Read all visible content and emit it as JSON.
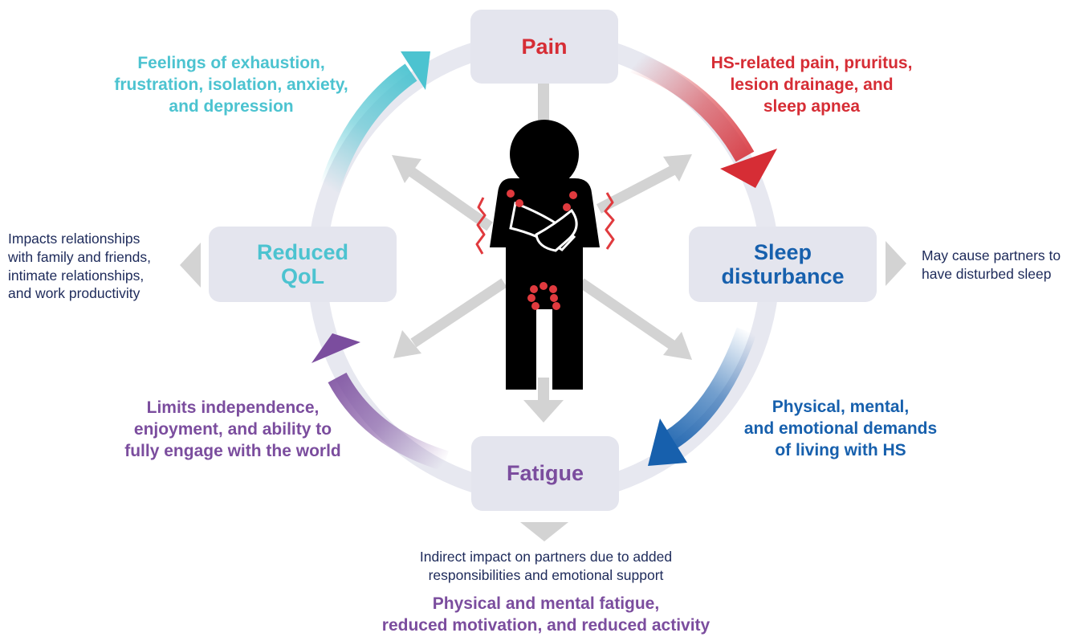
{
  "nodes": {
    "pain": "Pain",
    "sleep": "Sleep\ndisturbance",
    "fatigue": "Fatigue",
    "qol": "Reduced\nQoL"
  },
  "captions": {
    "pain_to_sleep": "HS-related pain, pruritus,\nlesion drainage, and\nsleep apnea",
    "sleep_to_fatigue": "Physical, mental,\nand emotional demands\nof living with HS",
    "fatigue_bottom": "Physical and mental fatigue,\nreduced motivation, and reduced activity",
    "fatigue_to_qol": "Limits independence,\nenjoyment, and ability to\nfully engage with the world",
    "qol_to_pain": "Feelings of exhaustion,\nfrustration, isolation, anxiety,\nand depression"
  },
  "partner_notes": {
    "qol": "Impacts relationships\nwith family and friends,\nintimate relationships,\nand work productivity",
    "sleep": "May cause partners to\nhave disturbed sleep",
    "fatigue": "Indirect impact on partners due to added\nresponsibilities and emotional support"
  },
  "colors": {
    "pain": "#d62d35",
    "sleep": "#1760ad",
    "fatigue": "#7b4d9e",
    "qol": "#4cc3d0",
    "node_bg": "#e4e5ee",
    "ring": "#e7e8f0",
    "gray_arrow": "#d3d3d3",
    "note_text": "#1d2a5a",
    "figure": "#000000",
    "lesion": "#e03a3e"
  },
  "icons": [
    "person-in-pain-icon",
    "pain-lesion-icon",
    "pain-zigzag-icon"
  ]
}
